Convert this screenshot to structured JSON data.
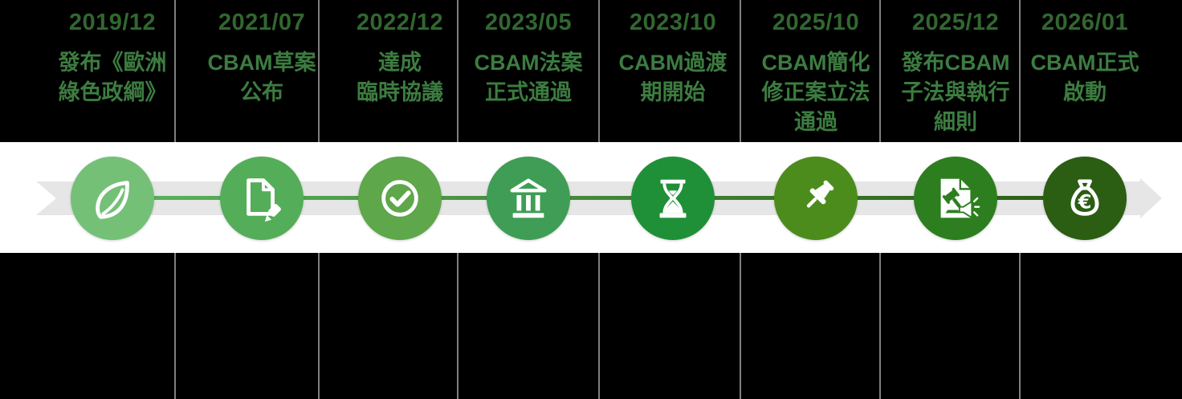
{
  "page": {
    "background": "#000000"
  },
  "timeline": {
    "items": [
      {
        "date": "2019/12",
        "desc": [
          "發布《歐洲",
          "綠色政綱》"
        ],
        "icon": "leaf-icon",
        "color": "#74c077"
      },
      {
        "date": "2021/07",
        "desc": [
          "CBAM草案",
          "公布"
        ],
        "icon": "document-draft-icon",
        "color": "#54ae59"
      },
      {
        "date": "2022/12",
        "desc": [
          "達成",
          "臨時協議"
        ],
        "icon": "check-circle-icon",
        "color": "#5ea74a"
      },
      {
        "date": "2023/05",
        "desc": [
          "CBAM法案",
          "正式通過"
        ],
        "icon": "bank-icon",
        "color": "#3f9d55"
      },
      {
        "date": "2023/10",
        "desc": [
          "CABM過渡",
          "期開始"
        ],
        "icon": "hourglass-icon",
        "color": "#1f9038"
      },
      {
        "date": "2025/10",
        "desc": [
          "CBAM簡化",
          "修正案立法",
          "通過"
        ],
        "icon": "pushpin-icon",
        "color": "#4c8c1c"
      },
      {
        "date": "2025/12",
        "desc": [
          "發布CBAM",
          "子法與執行",
          "細則"
        ],
        "icon": "gavel-announcement-icon",
        "color": "#2d7e1f"
      },
      {
        "date": "2026/01",
        "desc": [
          "CBAM正式",
          "啟動"
        ],
        "icon": "euro-money-bag-icon",
        "color": "#2b5d13"
      }
    ],
    "colors": {
      "date_text": "#31672f",
      "description_text": "#3c7c40",
      "divider": "#7f7f7f",
      "band_background": "#ffffff",
      "arrow_ribbon": "#e6e6e6",
      "connector_start": "#5bb45e",
      "connector_end": "#2a5c12",
      "icon_glyph": "#ffffff",
      "page_background": "#000000"
    }
  }
}
